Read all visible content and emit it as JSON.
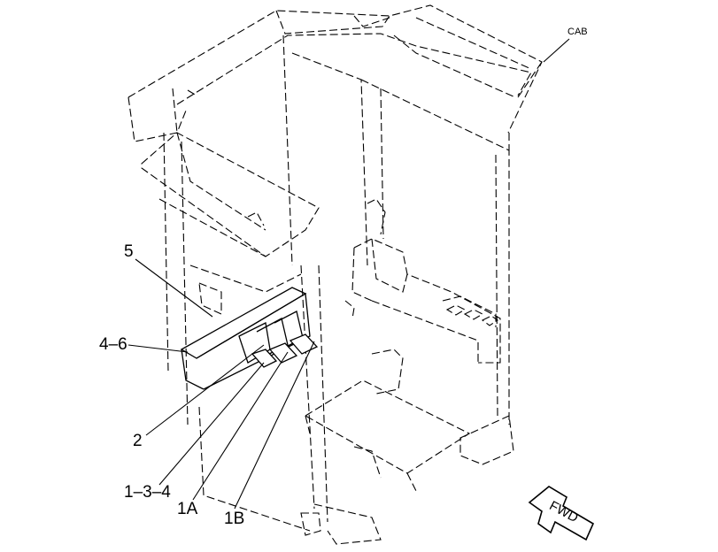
{
  "callouts": {
    "cab": "CAB",
    "c5": "5",
    "c46": "4–6",
    "c2": "2",
    "c134": "1–3–4",
    "c1a": "1A",
    "c1b": "1B"
  },
  "fwd": {
    "label": "FWD",
    "icon": "forward-arrow-icon"
  },
  "colors": {
    "line": "#000000",
    "background": "#ffffff"
  }
}
